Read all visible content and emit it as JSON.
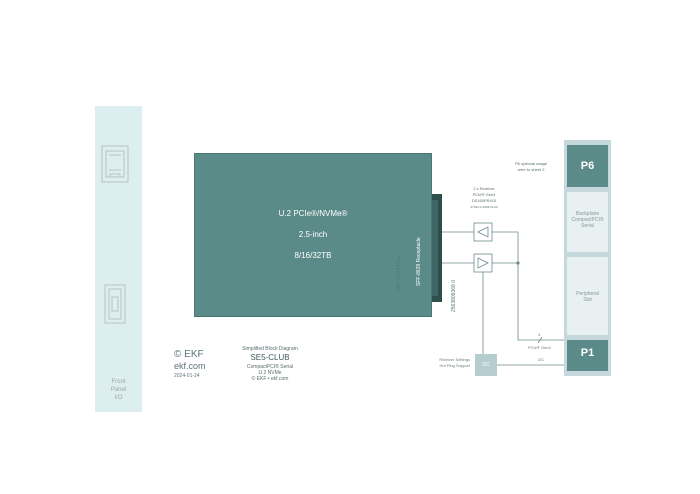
{
  "front_panel": {
    "label_lines": [
      "Front",
      "Panel",
      "I/O"
    ]
  },
  "drive": {
    "line1": "U.2 PCIe®/NVMe®",
    "line2": "2.5-inch",
    "line3": "8/16/32TB"
  },
  "connectors": {
    "plug": "SFF-8639 Plug",
    "receptacle": "SFF-8639 Receptacle",
    "part_number": "2563809368 0"
  },
  "redriver": {
    "lines": [
      "2 x Redriver",
      "PCIe® Gen4",
      "DS160PR410",
      "67012-4-15047G-00"
    ]
  },
  "p6_note": {
    "lines": [
      "P6 optional usage",
      "refer to sheet 2"
    ]
  },
  "backplane": {
    "p6": "P6",
    "p1": "P1",
    "slot1_lines": [
      "Backplane",
      "CompactPCI®",
      "Serial"
    ],
    "slot2_lines": [
      "Peripheral",
      "Slot"
    ]
  },
  "signals": {
    "pcie_count": "4",
    "pcie": "PCIe® Gen4",
    "i2c": "I2C"
  },
  "i2c_block": {
    "label": "I2C"
  },
  "redriver_settings": {
    "lines": [
      "Redriver Settings",
      "Hot Plug Support"
    ]
  },
  "logo": {
    "symbol": "© EKF",
    "url": "ekf.com",
    "date": "2024-01-24"
  },
  "title_block": {
    "subtitle": "Simplified Block Diagram",
    "title": "SE5-CLUB",
    "line1": "CompactPCI® Serial",
    "line2": "U.2 NVMe",
    "line3": "© EKF • ekf.com"
  },
  "colors": {
    "drive": "#5b8b89",
    "backplane": "#c5d9dc",
    "front_panel": "#ddeef0",
    "connector": "#2f4f4f",
    "signal_line": "#6f8a8e"
  }
}
